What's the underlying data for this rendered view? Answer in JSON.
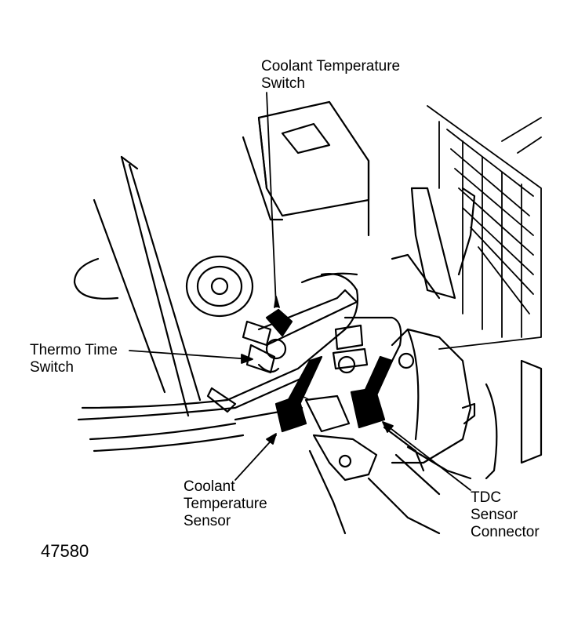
{
  "figure_number": "47580",
  "labels": {
    "coolant_temperature_switch": [
      "Coolant Temperature",
      "Switch"
    ],
    "thermo_time_switch": [
      "Thermo Time",
      "Switch"
    ],
    "coolant_temperature_sensor": [
      "Coolant",
      "Temperature",
      "Sensor"
    ],
    "tdc_sensor_connector": [
      "TDC",
      "Sensor",
      "Connector"
    ]
  }
}
